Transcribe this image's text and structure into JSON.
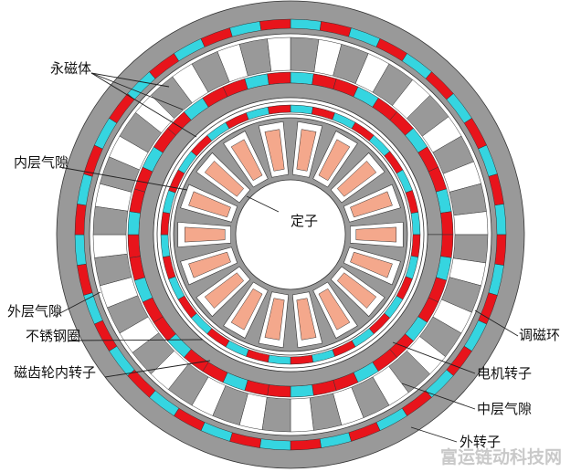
{
  "labels": {
    "permanent_magnet": "永磁体",
    "inner_air_gap": "内层气隙",
    "outer_air_gap": "外层气隙",
    "stainless_ring": "不锈钢圈",
    "gear_inner_rotor": "磁齿轮内转子",
    "stator": "定子",
    "modulation_ring": "调磁环",
    "motor_rotor": "电机转子",
    "middle_air_gap": "中层气隙",
    "outer_rotor": "外转子"
  },
  "watermark": "富运链动科技网",
  "colors": {
    "steel_gray": "#999999",
    "magnet_red": "#e8141b",
    "magnet_cyan": "#35d5e0",
    "coil_salmon": "#f4a88c",
    "white": "#ffffff",
    "outline": "#333333"
  },
  "counts": {
    "outer_rotor_poles": 44,
    "modulation_pieces": 24,
    "motor_rotor_poles": 36,
    "stator_teeth": 18
  }
}
